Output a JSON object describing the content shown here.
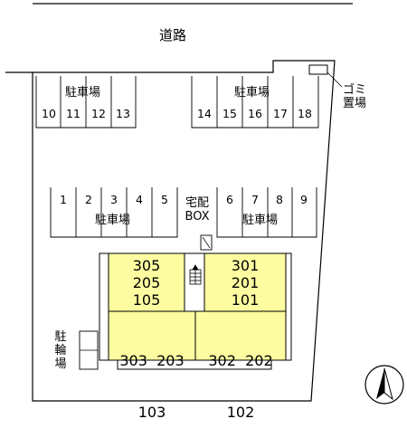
{
  "road": "道路",
  "garbage": [
    "ゴミ",
    "置場"
  ],
  "parking_label": "駐車場",
  "parking_top_left": [
    "10",
    "11",
    "12",
    "13"
  ],
  "parking_top_right": [
    "14",
    "15",
    "16",
    "17",
    "18"
  ],
  "parking_mid_left": [
    "1",
    "2",
    "3",
    "4",
    "5"
  ],
  "parking_mid_right": [
    "6",
    "7",
    "8",
    "9"
  ],
  "delivery_box": [
    "宅配",
    "BOX"
  ],
  "bicycle_parking": [
    "駐",
    "輪",
    "場"
  ],
  "units": {
    "top_left": [
      "305",
      "205",
      "105"
    ],
    "top_right": [
      "301",
      "201",
      "101"
    ],
    "bottom_left": [
      "303  203",
      "103"
    ],
    "bottom_right": [
      "302  202",
      "102"
    ]
  },
  "colors": {
    "building": "#fdfca0",
    "line": "#000000",
    "background": "#ffffff"
  },
  "icons": [
    "stairs-icon",
    "north-arrow-icon"
  ]
}
